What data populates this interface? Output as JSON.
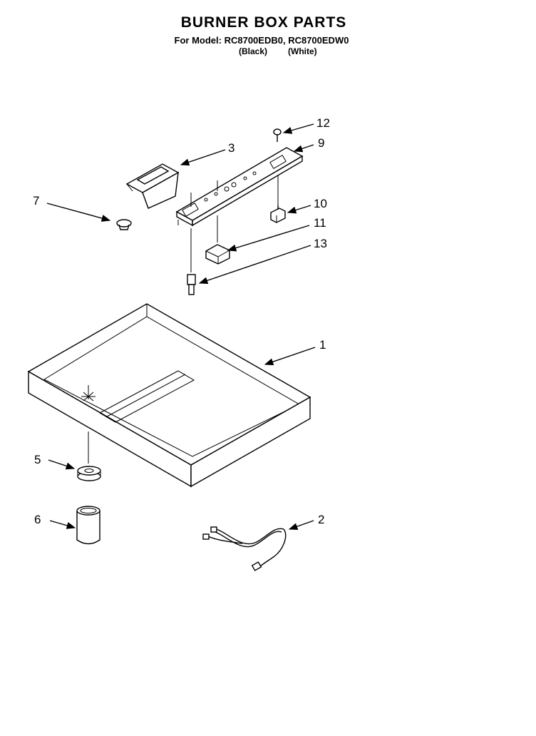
{
  "header": {
    "title": "BURNER BOX PARTS",
    "models": "For Model: RC8700EDB0, RC8700EDW0",
    "variant_black": "(Black)",
    "variant_white": "(White)"
  },
  "callouts": [
    "1",
    "2",
    "3",
    "5",
    "6",
    "7",
    "9",
    "10",
    "11",
    "12",
    "13"
  ]
}
